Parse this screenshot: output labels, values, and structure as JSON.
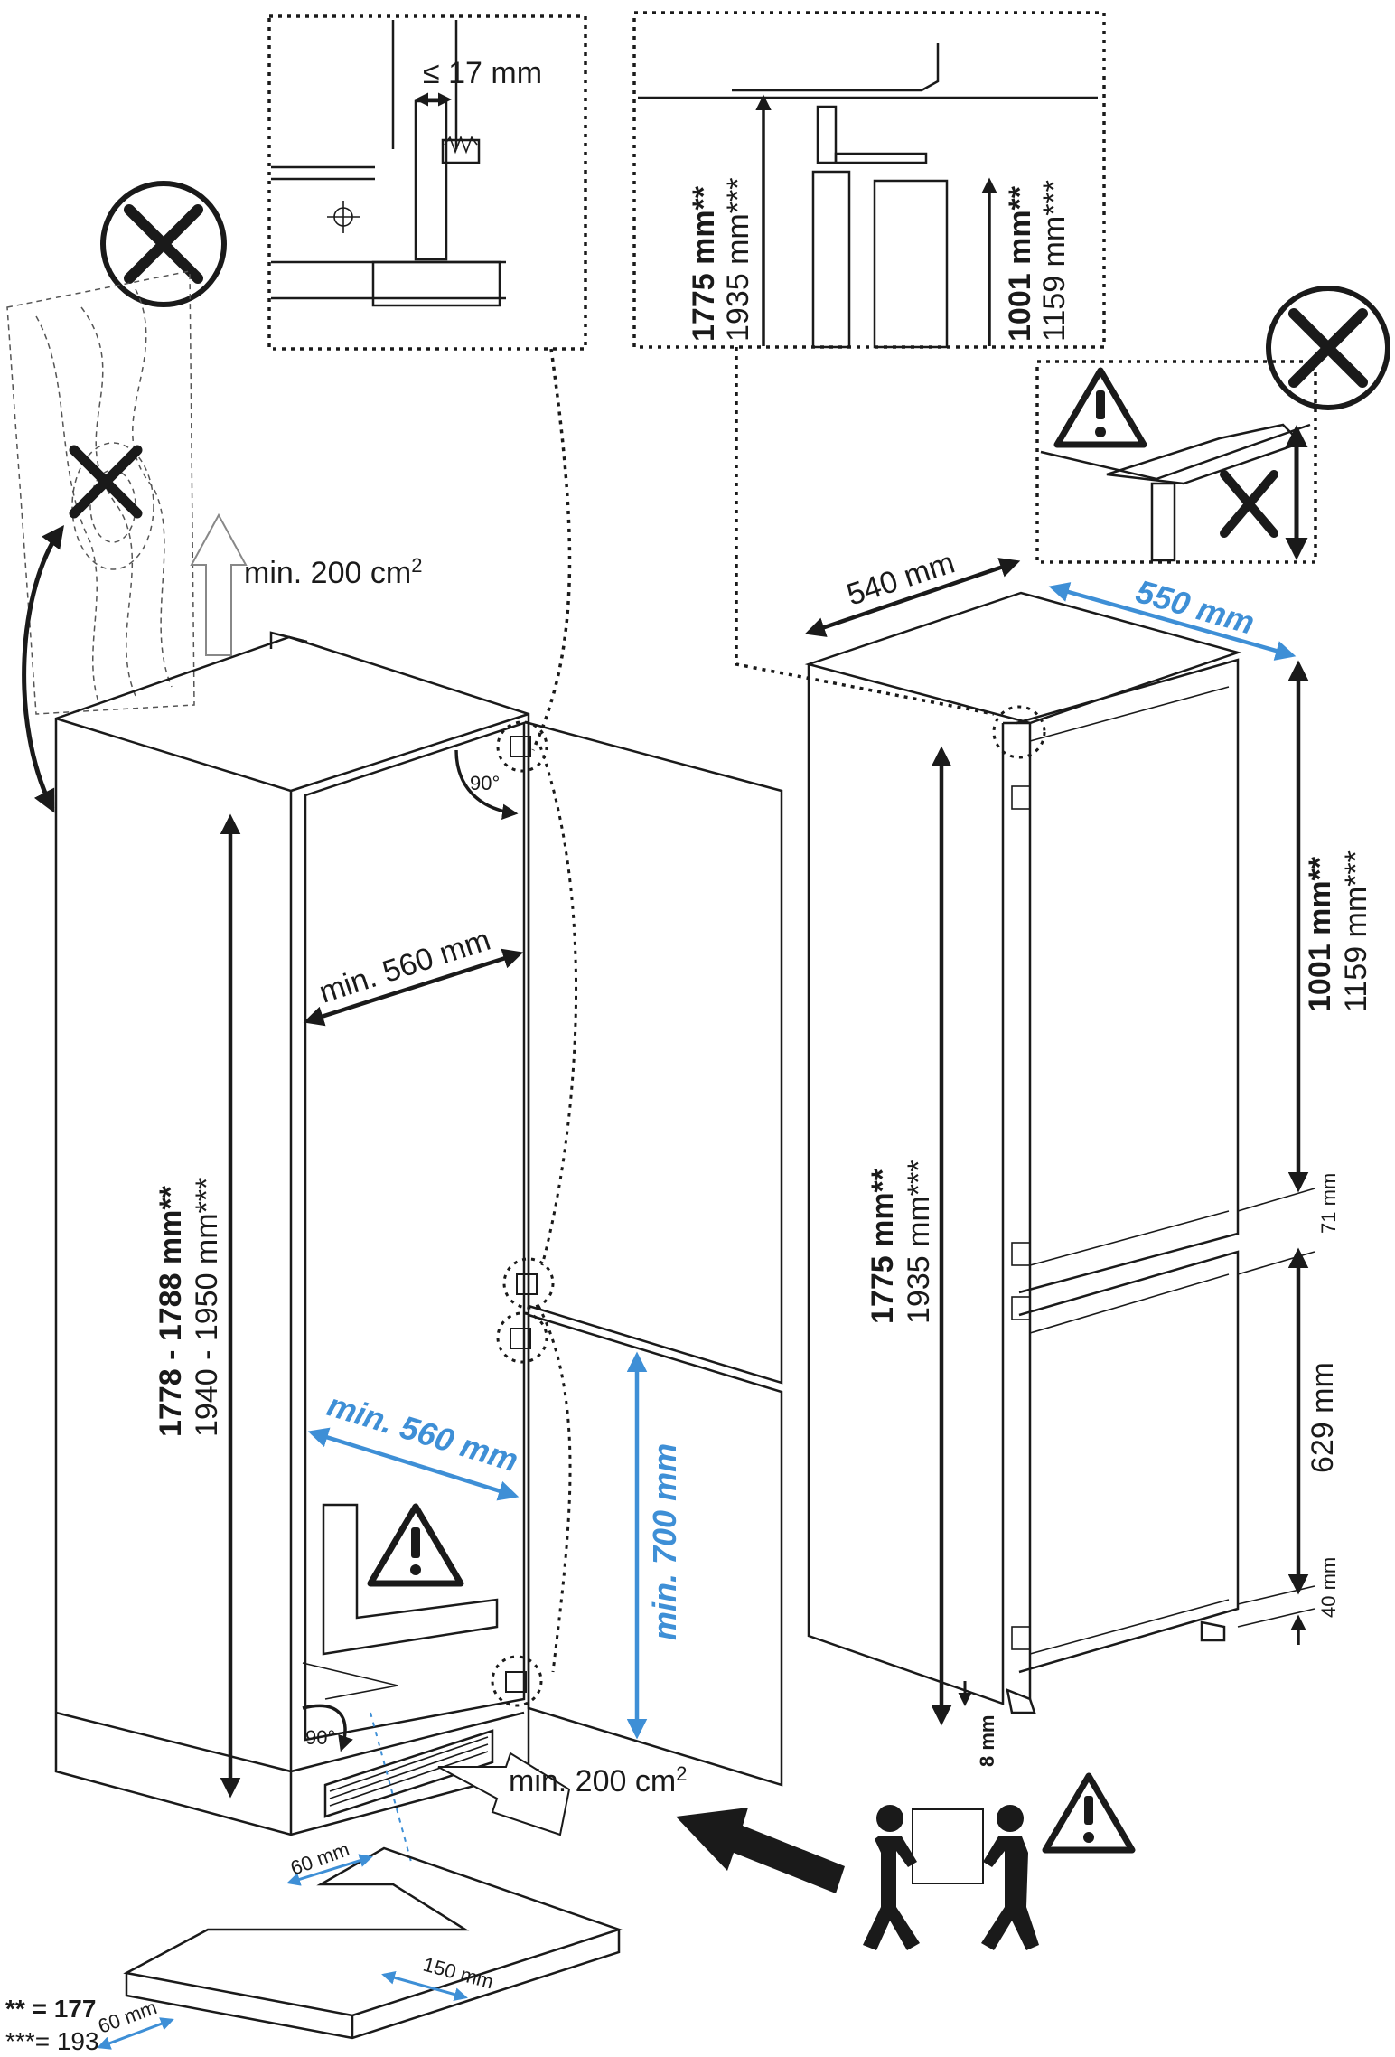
{
  "colors": {
    "accent_blue": "#3e8fd6",
    "line": "#1a1a1a",
    "background": "#ffffff"
  },
  "icons": [
    "prohibited-x-icon",
    "warning-triangle-icon",
    "two-person-carry-icon",
    "airflow-arrow-icon"
  ],
  "top_left_detail": {
    "gap_label": "≤ 17 mm"
  },
  "top_right_detail": {
    "height_bold": "1775 mm**",
    "height_alt": "1935 mm***",
    "freezer_bold": "1001 mm**",
    "freezer_alt": "1159 mm***"
  },
  "niche": {
    "vent_top": "min. 200 cm",
    "vent_top_sup": "2",
    "vent_bottom": "min. 200 cm",
    "vent_bottom_sup": "2",
    "angle_top": "90°",
    "angle_bottom": "90°",
    "width_label": "min. 560 mm",
    "width_label_blue": "min. 560 mm",
    "door_height_blue": "min. 700 mm",
    "height_bold": "1778 - 1788 mm**",
    "height_alt": "1940 - 1950 mm***"
  },
  "plinth": {
    "depth_a": "60 mm",
    "depth_b": "60 mm",
    "width": "150 mm"
  },
  "appliance": {
    "depth": "540 mm",
    "width_blue": "550 mm",
    "height_bold": "1775 mm**",
    "height_alt": "1935 mm***",
    "upper_bold": "1001 mm**",
    "upper_alt": "1159 mm***",
    "gap_mid": "71 mm",
    "lower": "629 mm",
    "gap_bottom": "40 mm",
    "foot": "8 mm"
  },
  "legend": {
    "double_star": "** = 177",
    "triple_star": "***= 193"
  }
}
